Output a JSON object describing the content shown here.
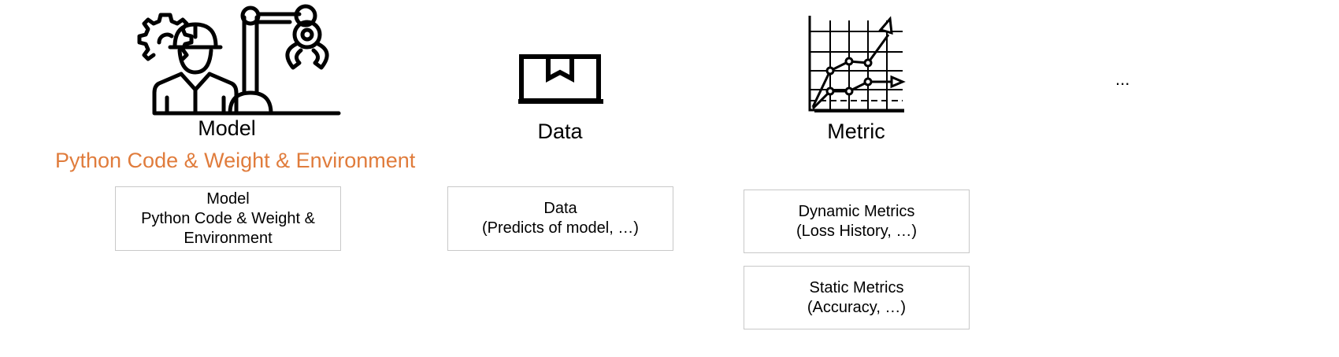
{
  "columns": {
    "model": {
      "label": "Model",
      "subtitle": "Python Code & Weight & Environment",
      "icon": "engineer-robot-arm-icon",
      "box": {
        "line1": "Model",
        "line2": "Python Code & Weight &",
        "line3": "Environment"
      }
    },
    "data": {
      "label": "Data",
      "icon": "box-icon",
      "box": {
        "line1": "Data",
        "line2": "(Predicts of model, …)"
      }
    },
    "metric": {
      "label": "Metric",
      "icon": "line-chart-icon",
      "box_dynamic": {
        "line1": "Dynamic Metrics",
        "line2": "(Loss History, …)"
      },
      "box_static": {
        "line1": "Static Metrics",
        "line2": "(Accuracy, …)"
      }
    }
  },
  "more": "...",
  "colors": {
    "accent": "#E07C3C",
    "box_border": "#c8c8c8",
    "text": "#000000"
  }
}
